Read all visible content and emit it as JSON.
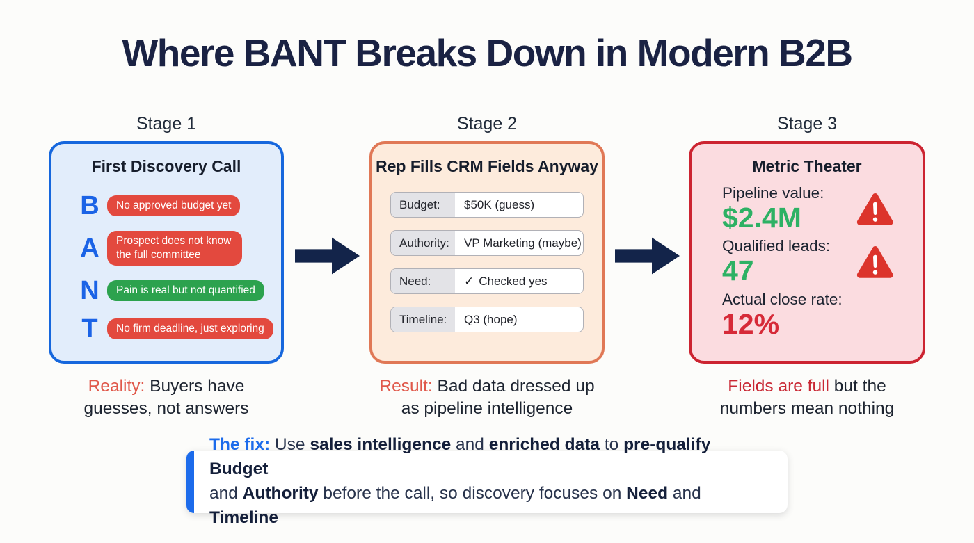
{
  "title": "Where BANT Breaks Down in Modern B2B",
  "colors": {
    "stage1_border": "#1667dd",
    "stage1_fill": "#e2edfb",
    "stage2_border": "#e07856",
    "stage2_fill": "#fdebdc",
    "stage3_border": "#cc2431",
    "stage3_fill": "#fbdce0",
    "pill_bad": "#e3493e",
    "pill_good": "#2ca24e",
    "letter_blue": "#1b63e6",
    "metric_green": "#2db164",
    "metric_red": "#d62a38",
    "warning_red": "#dc342c",
    "arrow_navy": "#13244a",
    "accent_salmon": "#e0584a",
    "accent_red": "#c92834",
    "fix_blue": "#1c6beb"
  },
  "stages": [
    {
      "label": "Stage 1",
      "heading": "First Discovery Call",
      "rows": [
        {
          "letter": "B",
          "text": "No approved budget yet",
          "status": "bad"
        },
        {
          "letter": "A",
          "text": "Prospect does not know the full committee",
          "status": "bad"
        },
        {
          "letter": "N",
          "text": "Pain is real but not quantified",
          "status": "good"
        },
        {
          "letter": "T",
          "text": "No firm deadline, just exploring",
          "status": "bad"
        }
      ],
      "caption": {
        "accent": "Reality:",
        "rest": " Buyers have guesses, not answers"
      }
    },
    {
      "label": "Stage 2",
      "heading": "Rep Fills CRM Fields Anyway",
      "fields": [
        {
          "label": "Budget:",
          "value": "$50K (guess)"
        },
        {
          "label": "Authority:",
          "value": "VP Marketing (maybe)"
        },
        {
          "label": "Need:",
          "check": "✓",
          "value": "Checked yes"
        },
        {
          "label": "Timeline:",
          "value": "Q3 (hope)"
        }
      ],
      "caption": {
        "accent": "Result:",
        "rest": " Bad data dressed up as pipeline intelligence"
      }
    },
    {
      "label": "Stage 3",
      "heading": "Metric Theater",
      "metrics": [
        {
          "label": "Pipeline value:",
          "value": "$2.4M",
          "tone": "green",
          "warning": true
        },
        {
          "label": "Qualified leads:",
          "value": "47",
          "tone": "green",
          "warning": true
        },
        {
          "label": "Actual close rate:",
          "value": "12%",
          "tone": "red",
          "warning": false
        }
      ],
      "caption": {
        "accent": "Fields are full",
        "rest": " but the numbers mean nothing"
      }
    }
  ],
  "fix": {
    "lines": [
      [
        {
          "text": "The fix: ",
          "style": "blue"
        },
        {
          "text": "Use ",
          "style": "reg"
        },
        {
          "text": "sales intelligence",
          "style": "bold"
        },
        {
          "text": " and ",
          "style": "reg"
        },
        {
          "text": "enriched data",
          "style": "bold"
        },
        {
          "text": " to ",
          "style": "reg"
        },
        {
          "text": "pre-qualify Budget",
          "style": "bold"
        }
      ],
      [
        {
          "text": "and ",
          "style": "reg"
        },
        {
          "text": "Authority",
          "style": "bold"
        },
        {
          "text": " before the call, so discovery focuses on ",
          "style": "reg"
        },
        {
          "text": "Need",
          "style": "bold"
        },
        {
          "text": " and ",
          "style": "reg"
        },
        {
          "text": "Timeline",
          "style": "bold"
        }
      ]
    ]
  }
}
